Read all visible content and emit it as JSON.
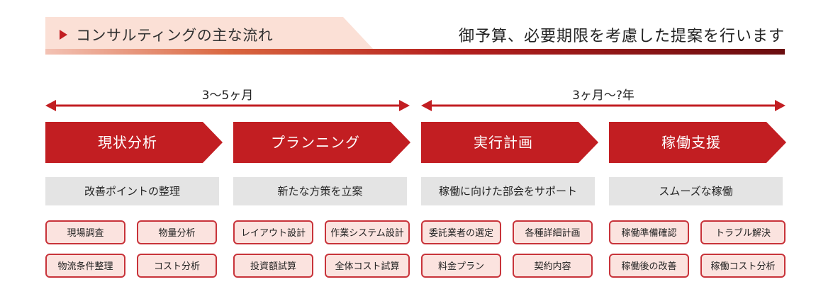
{
  "header": {
    "title": "コンサルティングの主な流れ",
    "tagline": "御予算、必要期限を考慮した提案を行います",
    "colors": {
      "accent": "#c21e22",
      "banner": "#fbe0d6",
      "task_bg": "#fbe3df",
      "goal_bg": "#e4e4e4"
    }
  },
  "durations": [
    {
      "label": "3〜5ヶ月"
    },
    {
      "label": "3ヶ月〜?年"
    }
  ],
  "phases": [
    {
      "label": "現状分析",
      "goal": "改善ポイントの整理",
      "tasks": [
        "現場調査",
        "物量分析",
        "物流条件整理",
        "コスト分析"
      ]
    },
    {
      "label": "プランニング",
      "goal": "新たな方策を立案",
      "tasks": [
        "レイアウト設計",
        "作業システム設計",
        "投資額試算",
        "全体コスト試算"
      ]
    },
    {
      "label": "実行計画",
      "goal": "稼働に向けた部会をサポート",
      "tasks": [
        "委託業者の選定",
        "各種詳細計画",
        "料金プラン",
        "契約内容"
      ]
    },
    {
      "label": "稼働支援",
      "goal": "スムーズな稼働",
      "tasks": [
        "稼働準備確認",
        "トラブル解決",
        "稼働後の改善",
        "稼働コスト分析"
      ]
    }
  ]
}
